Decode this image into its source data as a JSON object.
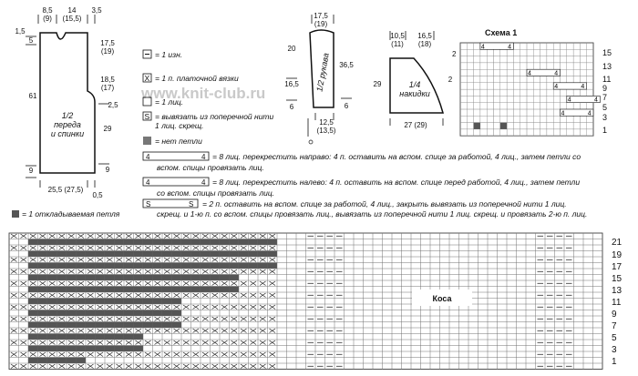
{
  "watermark": "www.knit-club.ru",
  "body_schema": {
    "top_neck": "8,5",
    "top_neck_alt": "(9)",
    "top_shoulder": "14",
    "top_shoulder_alt": "(15,5)",
    "top_right": "3,5",
    "left_top_a": "1,5",
    "left_top_b": "5",
    "right_a": "17,5",
    "right_a_alt": "(19)",
    "right_b": "18,5",
    "right_b_alt": "(17)",
    "right_c": "2,5",
    "right_d": "29",
    "right_e": "9",
    "left_height": "61",
    "left_bottom": "9",
    "bottom_width": "25,5 (27,5)",
    "bottom_right": "0,5",
    "label_line1": "1/2",
    "label_line2": "переда",
    "label_line3": "и спинки"
  },
  "sleeve_schema": {
    "top": "17,5",
    "top_alt": "(19)",
    "left_a": "20",
    "left_b": "16,5",
    "left_c": "6",
    "right_a": "36,5",
    "right_b": "6",
    "bottom": "12,5",
    "bottom_alt": "(13,5)",
    "label": "1/2 рукава"
  },
  "cape_schema": {
    "top_a": "10,5",
    "top_a_alt": "(11)",
    "top_b": "16,5",
    "top_b_alt": "(18)",
    "left": "29",
    "right": "2",
    "bottom": "27 (29)",
    "label_line1": "1/4",
    "label_line2": "накидки"
  },
  "legend": {
    "items": [
      {
        "symbol": "—",
        "text": "= 1 изн."
      },
      {
        "symbol": "X",
        "text": "= 1 п. платочной вязки"
      },
      {
        "symbol": "|",
        "text": "= 1 лиц."
      },
      {
        "symbol": "S",
        "text": "= вывязать из поперечной нити"
      },
      {
        "symbol": "",
        "text": "1 лиц. скрещ."
      },
      {
        "symbol": "■",
        "text": "= нет петли"
      }
    ],
    "long_items": [
      {
        "text": "= 8 лиц. перекрестить направо: 4 п. оставить на вспом. спице за работой, 4 лиц., затем петли со",
        "text2": "вспом. спицы провязать лиц."
      },
      {
        "text": "= 8 лиц. перекрестить налево: 4 п. оставить на вспом. спице перед работой, 4 лиц., затем петли",
        "text2": "со вспом. спицы провязать лиц."
      },
      {
        "text": "= 2 п. оставить на вспом. спице за работой, 4 лиц., закрыть вывязать из поперечной нити 1 лиц.",
        "text2": "скрещ. и 1-ю п. со вспом. спицы провязать лиц., вывязать из поперечной нити 1 лиц. скрещ. и провязать 2-ю п. лиц."
      }
    ],
    "slip_stitch": "= 1 откладываемая петля"
  },
  "schema1": {
    "title": "Схема 1",
    "row_labels": [
      "15",
      "13",
      "11",
      "9",
      "7",
      "5",
      "3",
      "1"
    ],
    "left_number": "2",
    "cable_number": "4"
  },
  "main_chart": {
    "row_labels": [
      "21",
      "19",
      "17",
      "15",
      "13",
      "11",
      "9",
      "7",
      "5",
      "3",
      "1"
    ],
    "cable_label": "Коса"
  }
}
